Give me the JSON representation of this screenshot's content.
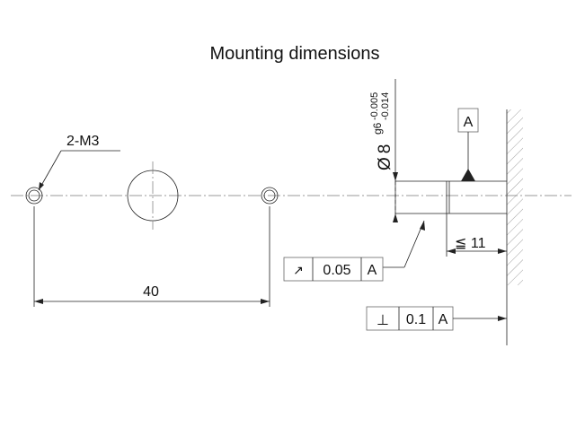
{
  "title": "Mounting dimensions",
  "holes_callout": "2-M3",
  "hole_pitch": "40",
  "shaft": {
    "diameter_symbol": "Ø",
    "diameter": "8",
    "tolerance_class": "g6",
    "upper_deviation": "-0.005",
    "lower_deviation": "-0.014",
    "length_limit": "≦ 11"
  },
  "datum": {
    "label": "A"
  },
  "runout_fcf": {
    "symbol": "↗",
    "tolerance": "0.05",
    "datum": "A"
  },
  "perpendicularity_fcf": {
    "symbol": "⊥",
    "tolerance": "0.1",
    "datum": "A"
  }
}
